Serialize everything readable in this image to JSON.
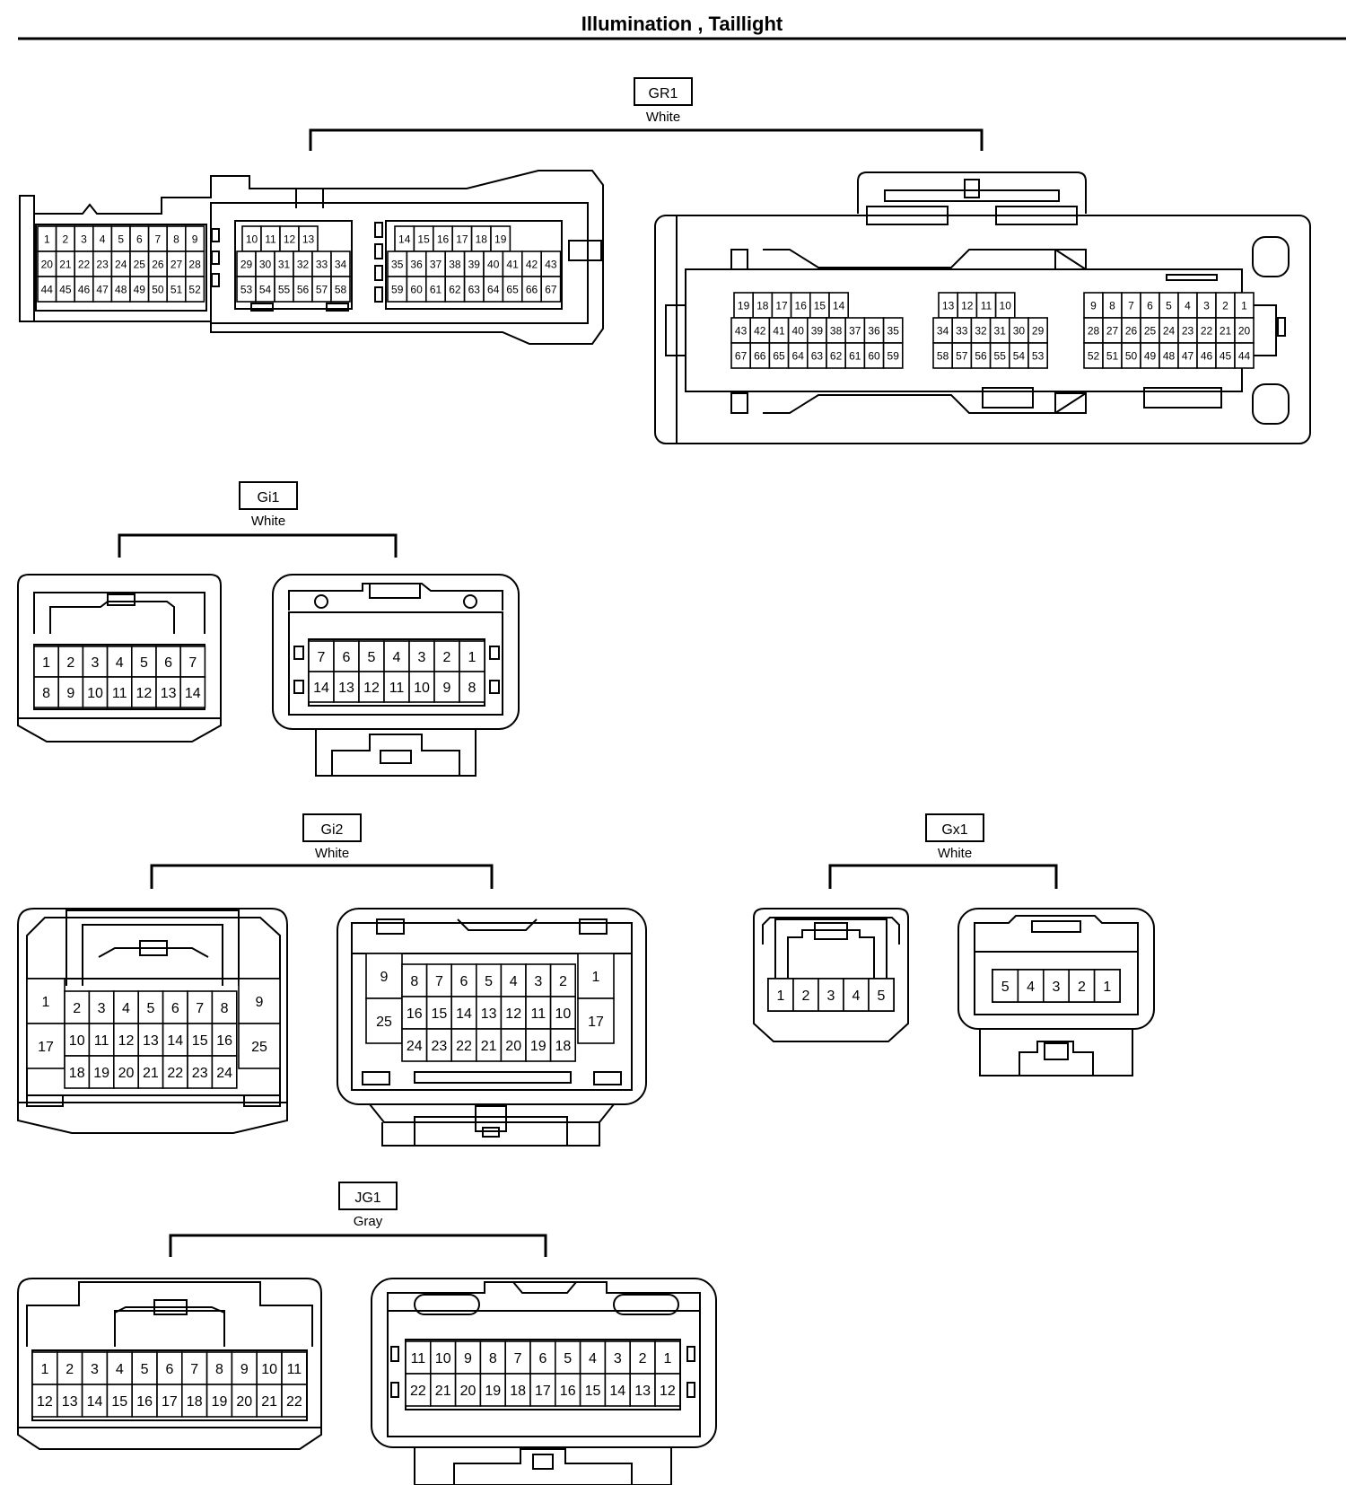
{
  "title": "Illumination , Taillight",
  "connectors": {
    "gr1": {
      "code": "GR1",
      "color": "White",
      "male": {
        "blocks": [
          [
            [
              "1",
              "2",
              "3",
              "4",
              "5",
              "6",
              "7",
              "8",
              "9"
            ],
            [
              "20",
              "21",
              "22",
              "23",
              "24",
              "25",
              "26",
              "27",
              "28"
            ],
            [
              "44",
              "45",
              "46",
              "47",
              "48",
              "49",
              "50",
              "51",
              "52"
            ]
          ],
          [
            [
              "10",
              "11",
              "12",
              "13"
            ],
            [
              "29",
              "30",
              "31",
              "32",
              "33",
              "34"
            ],
            [
              "53",
              "54",
              "55",
              "56",
              "57",
              "58"
            ]
          ],
          [
            [
              "14",
              "15",
              "16",
              "17",
              "18",
              "19"
            ],
            [
              "35",
              "36",
              "37",
              "38",
              "39",
              "40",
              "41",
              "42",
              "43"
            ],
            [
              "59",
              "60",
              "61",
              "62",
              "63",
              "64",
              "65",
              "66",
              "67"
            ]
          ]
        ]
      },
      "female": {
        "blocks": [
          [
            [
              "19",
              "18",
              "17",
              "16",
              "15",
              "14"
            ],
            [
              "43",
              "42",
              "41",
              "40",
              "39",
              "38",
              "37",
              "36",
              "35"
            ],
            [
              "67",
              "66",
              "65",
              "64",
              "63",
              "62",
              "61",
              "60",
              "59"
            ]
          ],
          [
            [
              "13",
              "12",
              "11",
              "10"
            ],
            [
              "34",
              "33",
              "32",
              "31",
              "30",
              "29"
            ],
            [
              "58",
              "57",
              "56",
              "55",
              "54",
              "53"
            ]
          ],
          [
            [
              "9",
              "8",
              "7",
              "6",
              "5",
              "4",
              "3",
              "2",
              "1"
            ],
            [
              "28",
              "27",
              "26",
              "25",
              "24",
              "23",
              "22",
              "21",
              "20"
            ],
            [
              "52",
              "51",
              "50",
              "49",
              "48",
              "47",
              "46",
              "45",
              "44"
            ]
          ]
        ]
      }
    },
    "gi1": {
      "code": "Gi1",
      "color": "White",
      "male": {
        "rows": [
          [
            "1",
            "2",
            "3",
            "4",
            "5",
            "6",
            "7"
          ],
          [
            "8",
            "9",
            "10",
            "11",
            "12",
            "13",
            "14"
          ]
        ]
      },
      "female": {
        "rows": [
          [
            "7",
            "6",
            "5",
            "4",
            "3",
            "2",
            "1"
          ],
          [
            "14",
            "13",
            "12",
            "11",
            "10",
            "9",
            "8"
          ]
        ]
      }
    },
    "gi2": {
      "code": "Gi2",
      "color": "White",
      "male": {
        "left_side": [
          "1",
          "17"
        ],
        "rows": [
          [
            "2",
            "3",
            "4",
            "5",
            "6",
            "7",
            "8"
          ],
          [
            "10",
            "11",
            "12",
            "13",
            "14",
            "15",
            "16"
          ],
          [
            "18",
            "19",
            "20",
            "21",
            "22",
            "23",
            "24"
          ]
        ],
        "right_side": [
          "9",
          "25"
        ]
      },
      "female": {
        "left_side": [
          "9",
          "25"
        ],
        "rows": [
          [
            "8",
            "7",
            "6",
            "5",
            "4",
            "3",
            "2"
          ],
          [
            "16",
            "15",
            "14",
            "13",
            "12",
            "11",
            "10"
          ],
          [
            "24",
            "23",
            "22",
            "21",
            "20",
            "19",
            "18"
          ]
        ],
        "right_side": [
          "1",
          "17"
        ]
      }
    },
    "gx1": {
      "code": "Gx1",
      "color": "White",
      "male": {
        "rows": [
          [
            "1",
            "2",
            "3",
            "4",
            "5"
          ]
        ]
      },
      "female": {
        "rows": [
          [
            "5",
            "4",
            "3",
            "2",
            "1"
          ]
        ]
      }
    },
    "jg1": {
      "code": "JG1",
      "color": "Gray",
      "male": {
        "rows": [
          [
            "1",
            "2",
            "3",
            "4",
            "5",
            "6",
            "7",
            "8",
            "9",
            "10",
            "11"
          ],
          [
            "12",
            "13",
            "14",
            "15",
            "16",
            "17",
            "18",
            "19",
            "20",
            "21",
            "22"
          ]
        ]
      },
      "female": {
        "rows": [
          [
            "11",
            "10",
            "9",
            "8",
            "7",
            "6",
            "5",
            "4",
            "3",
            "2",
            "1"
          ],
          [
            "22",
            "21",
            "20",
            "19",
            "18",
            "17",
            "16",
            "15",
            "14",
            "13",
            "12"
          ]
        ]
      }
    }
  }
}
